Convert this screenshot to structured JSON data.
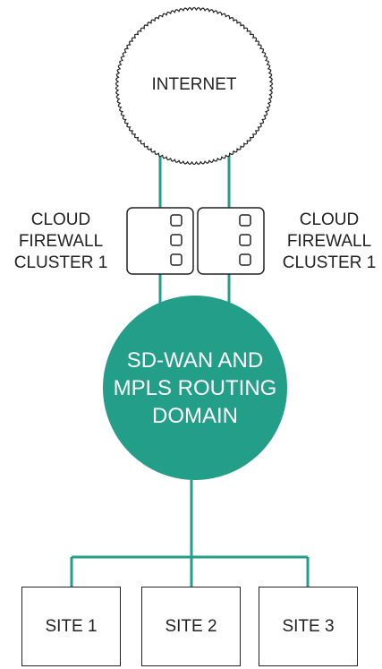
{
  "internet": {
    "label": "INTERNET"
  },
  "firewalls": [
    {
      "label_lines": [
        "CLOUD",
        "FIREWALL",
        "CLUSTER 1"
      ]
    },
    {
      "label_lines": [
        "CLOUD",
        "FIREWALL",
        "CLUSTER 1"
      ]
    }
  ],
  "core": {
    "label_lines": [
      "SD-WAN AND",
      "MPLS ROUTING",
      "DOMAIN"
    ]
  },
  "sites": [
    {
      "label": "SITE 1"
    },
    {
      "label": "SITE 2"
    },
    {
      "label": "SITE 3"
    }
  ],
  "colors": {
    "accent": "#239e88",
    "stroke": "#222222",
    "background": "#ffffff"
  }
}
